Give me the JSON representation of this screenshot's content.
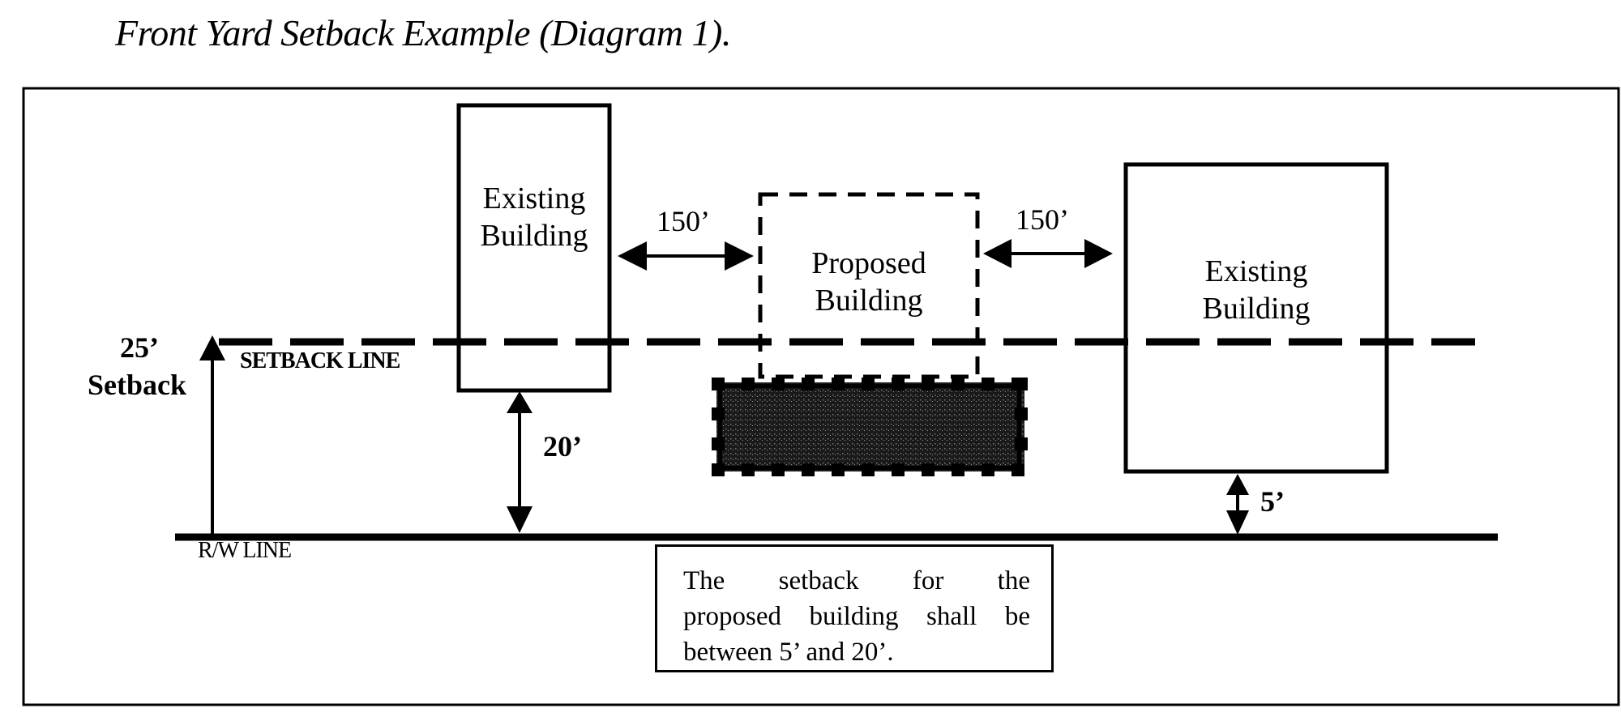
{
  "title": "Front Yard Setback Example (Diagram 1).",
  "buildings": {
    "existing_left": [
      "Existing",
      "Building"
    ],
    "proposed": [
      "Proposed",
      "Building"
    ],
    "existing_right": [
      "Existing",
      "Building"
    ]
  },
  "dimensions": {
    "spacing_left": "150’",
    "spacing_right": "150’",
    "left_building_setback": "20’",
    "right_building_setback": "5’",
    "required_setback_value": "25’",
    "required_setback_label": "Setback"
  },
  "lines": {
    "setback_line": "SETBACK LINE",
    "rw_line": "R/W LINE"
  },
  "note": {
    "line1": "The setback for the",
    "line2": "proposed building shall be",
    "line3": "between 5’ and 20’."
  }
}
